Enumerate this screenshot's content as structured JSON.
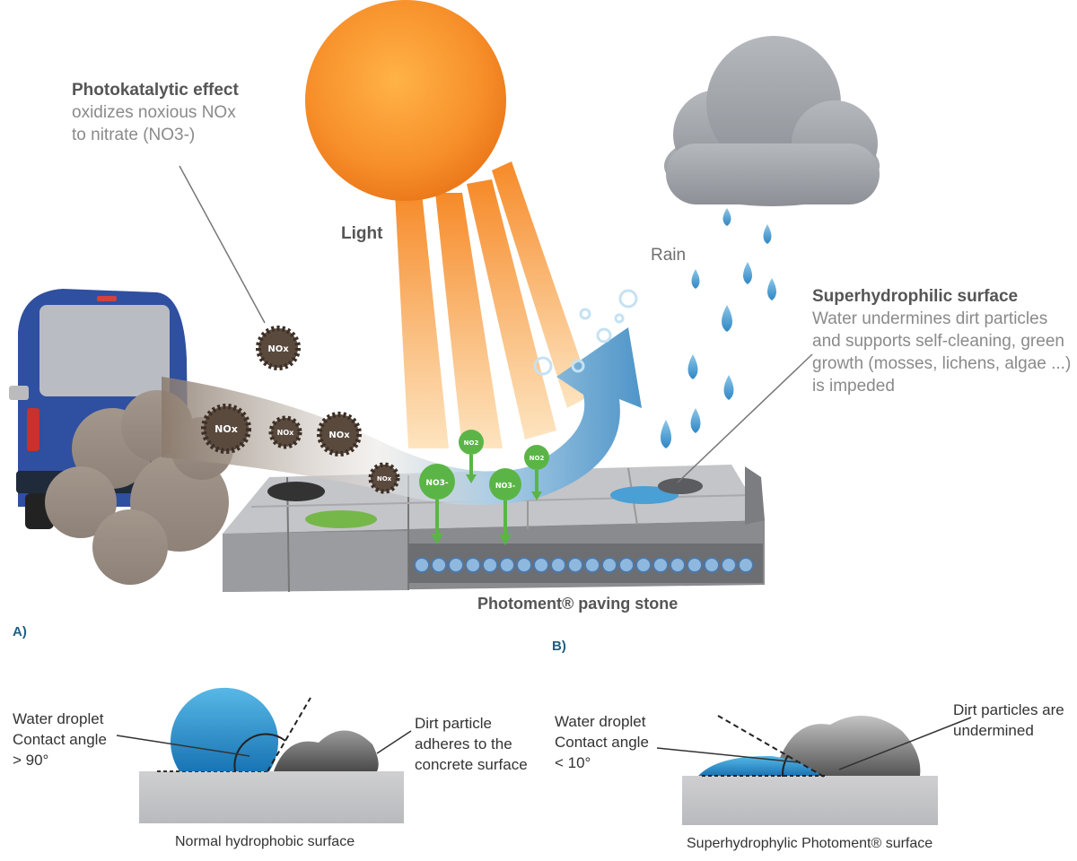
{
  "top": {
    "photo": {
      "title": "Photokatalytic effect",
      "line1": "oxidizes noxious NOx",
      "line2": "to nitrate (NO3-)"
    },
    "light": "Light",
    "rain": "Rain",
    "super": {
      "title": "Superhydrophilic surface",
      "lines": [
        "Water undermines dirt particles",
        "and supports self-cleaning, green",
        "growth (mosses, lichens, algae ...)",
        "is impeded"
      ]
    },
    "stone": "Photoment® paving stone",
    "molecules": {
      "nox": "NOx",
      "no2": "NO2",
      "no3": "NO3-"
    }
  },
  "panel_a": {
    "tag": "A)",
    "droplet_lines": [
      "Water droplet",
      "Contact angle",
      "> 90°"
    ],
    "dirt_lines": [
      "Dirt particle",
      "adheres to the",
      "concrete surface"
    ],
    "caption": "Normal hydrophobic surface"
  },
  "panel_b": {
    "tag": "B)",
    "droplet_lines": [
      "Water droplet",
      "Contact angle",
      "< 10°"
    ],
    "dirt_lines": [
      "Dirt particles are",
      "undermined"
    ],
    "caption": "Superhydrophylic Photoment® surface"
  }
}
